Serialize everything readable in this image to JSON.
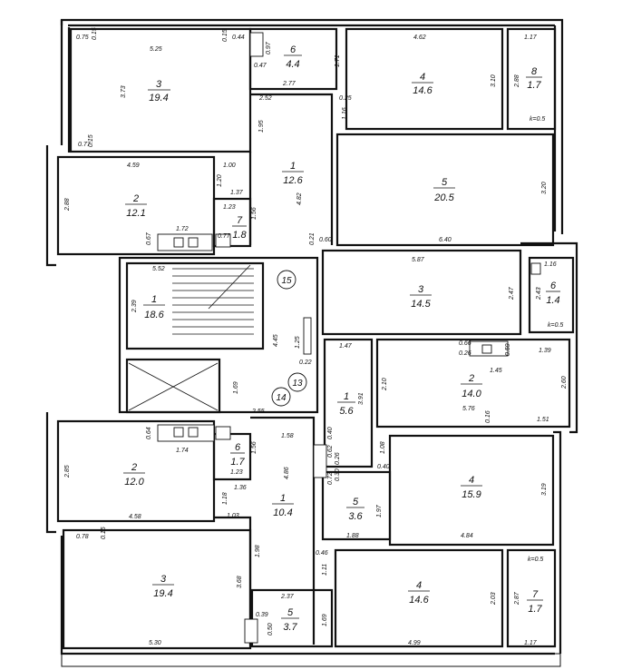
{
  "rooms": [
    {
      "num": "3",
      "area": "19.4"
    },
    {
      "num": "6",
      "area": "4.4"
    },
    {
      "num": "4",
      "area": "14.6"
    },
    {
      "num": "8",
      "area": "1.7"
    },
    {
      "num": "2",
      "area": "12.1"
    },
    {
      "num": "1",
      "area": "12.6"
    },
    {
      "num": "5",
      "area": "20.5"
    },
    {
      "num": "7",
      "area": "1.8"
    },
    {
      "num": "1",
      "area": "18.6"
    },
    {
      "num": "3",
      "area": "14.5"
    },
    {
      "num": "6",
      "area": "1.4"
    },
    {
      "num": "2",
      "area": "14.0"
    },
    {
      "num": "1",
      "area": "5.6"
    },
    {
      "num": "2",
      "area": "12.0"
    },
    {
      "num": "6",
      "area": "1.7"
    },
    {
      "num": "1",
      "area": "10.4"
    },
    {
      "num": "5",
      "area": "3.6"
    },
    {
      "num": "4",
      "area": "15.9"
    },
    {
      "num": "3",
      "area": "19.4"
    },
    {
      "num": "5",
      "area": "3.7"
    },
    {
      "num": "4",
      "area": "14.6"
    },
    {
      "num": "7",
      "area": "1.7"
    }
  ],
  "dims": [
    "0.75",
    "0.15",
    "5.25",
    "0.15",
    "0.44",
    "0.97",
    "0.47",
    "1.71",
    "4.62",
    "1.17",
    "3.73",
    "2.77",
    "2.52",
    "0.25",
    "3.10",
    "2.88",
    "k=0.5",
    "1.95",
    "1.16",
    "0.77",
    "0.15",
    "4.59",
    "1.00",
    "1.20",
    "2.88",
    "1.37",
    "1.23",
    "1.56",
    "4.82",
    "3.20",
    "1.72",
    "0.67",
    "0.77",
    "0.21",
    "0.60",
    "6.40",
    "5.52",
    "5.87",
    "1.16",
    "2.39",
    "2.47",
    "2.43",
    "k=0.5",
    "4.45",
    "1.25",
    "0.22",
    "1.47",
    "0.66",
    "0.26",
    "0.59",
    "1.39",
    "1.45",
    "2.10",
    "3.91",
    "2.60",
    "5.76",
    "1.69",
    "2.55",
    "1.58",
    "0.16",
    "1.51",
    "0.64",
    "0.40",
    "1.74",
    "1.56",
    "0.62",
    "0.26",
    "1.08",
    "0.40",
    "2.85",
    "1.23",
    "1.36",
    "4.86",
    "0.72",
    "0.30",
    "1.97",
    "3.19",
    "1.18",
    "1.03",
    "4.58",
    "1.88",
    "4.84",
    "0.78",
    "0.15",
    "1.98",
    "0.46",
    "k=0.5",
    "1.11",
    "3.68",
    "2.37",
    "2.03",
    "2.87",
    "0.39",
    "1.69",
    "0.50",
    "5.30",
    "4.99",
    "1.17"
  ],
  "markers": [
    "15",
    "13",
    "14"
  ]
}
